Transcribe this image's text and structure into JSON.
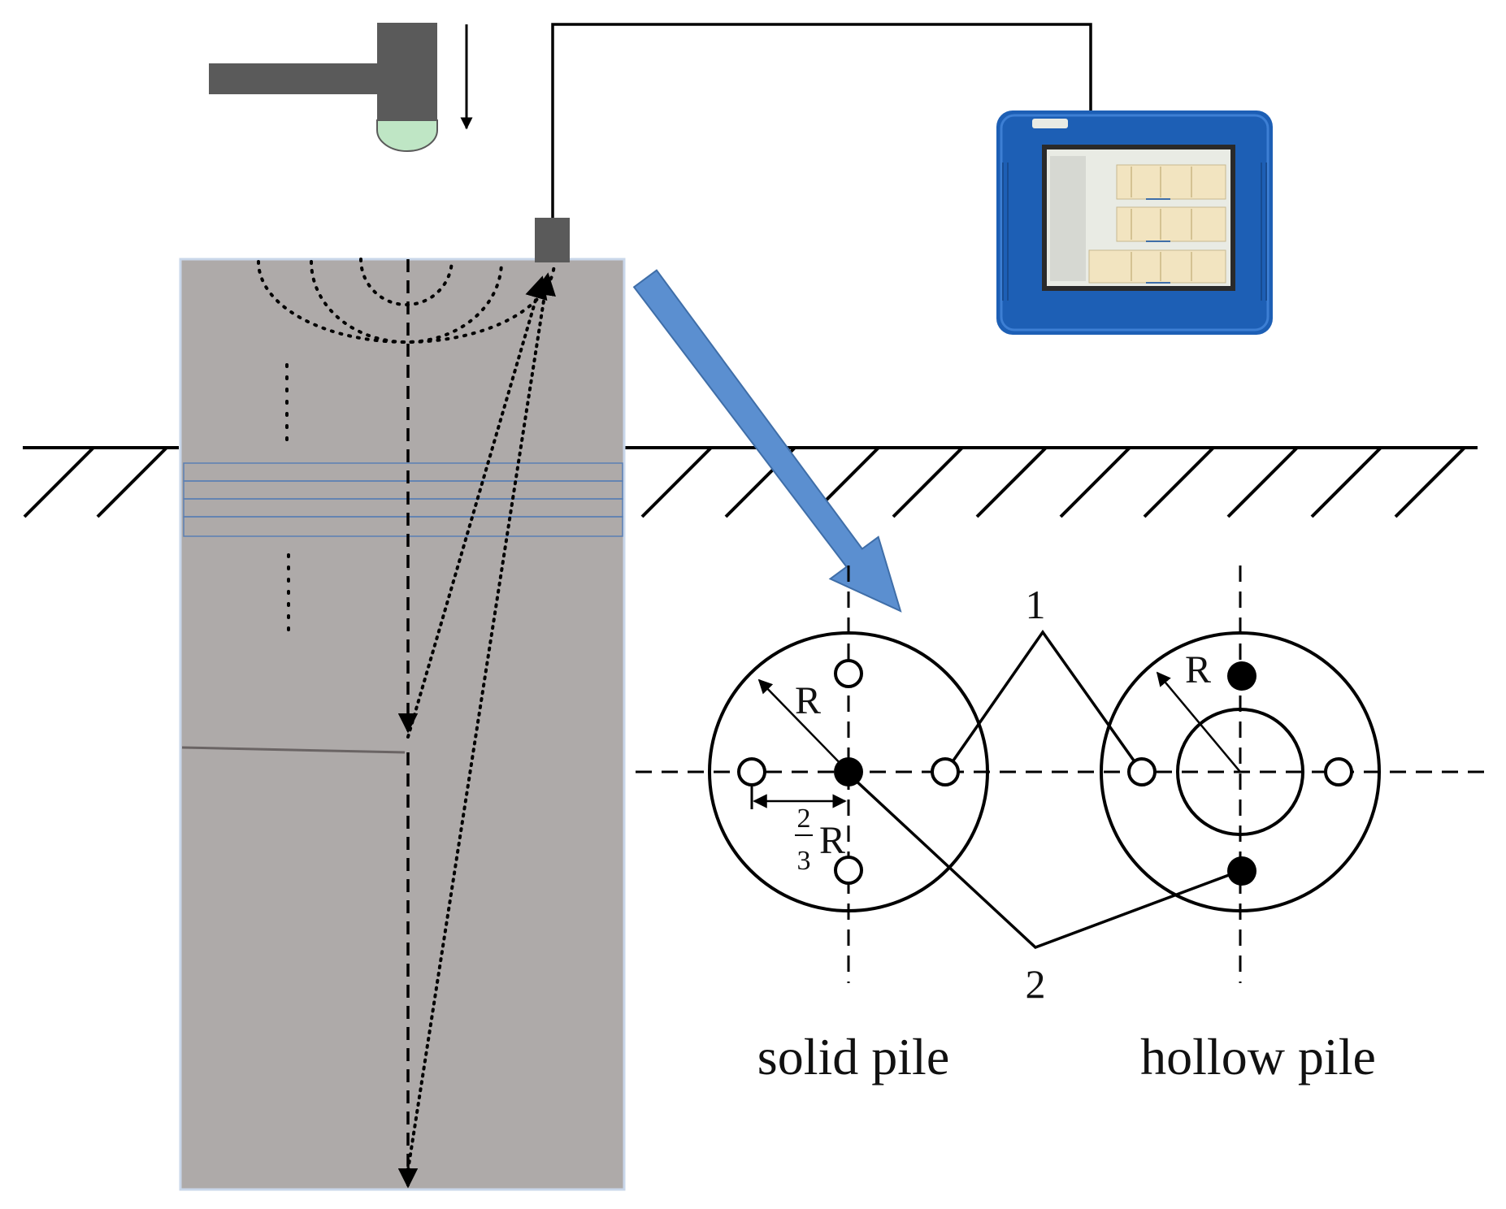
{
  "labels": {
    "solid_pile": "solid pile",
    "hollow_pile": "hollow pile",
    "marker_1": "1",
    "marker_2": "2",
    "radius_solid": "R",
    "radius_hollow": "R",
    "two_thirds_numerator": "2",
    "two_thirds_denominator": "3",
    "two_thirds_r": "R"
  },
  "colors": {
    "pile_fill": "#aeaaa9",
    "pile_border": "#c9d7ea",
    "hammer": "#5a5a5a",
    "hammer_tip": "#bfe6c5",
    "big_arrow": "#5b8fd0",
    "big_arrow_stroke": "#3f6ea8",
    "device_body": "#1d5fb5",
    "device_screen_bg": "#e9ebe4",
    "device_wave": "#f2e4c0",
    "soil_layers": "#5a7fb4",
    "line": "#000000"
  },
  "icons": {
    "hammer": "impact-hammer-icon",
    "sensor": "sensor-block-icon",
    "device": "pile-integrity-tester-icon"
  }
}
